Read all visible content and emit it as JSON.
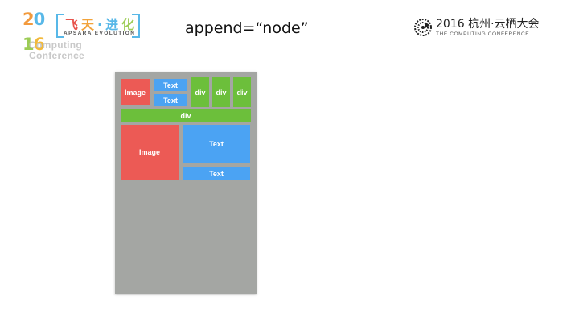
{
  "header": {
    "title": "append=“node”"
  },
  "brand_logo": {
    "year_top": "20",
    "year_bottom": "16",
    "conference_line1": "Computing",
    "conference_line2": "Conference",
    "chinese": "飞天·进化",
    "english": "APSARA EVOLUTION"
  },
  "conference_logo": {
    "main": "2016 杭州·云栖大会",
    "sub": "THE COMPUTING CONFERENCE"
  },
  "layout_demo": {
    "row1": {
      "image": "Image",
      "text_top": "Text",
      "text_bottom": "Text",
      "div1": "div",
      "div2": "div",
      "div3": "div"
    },
    "row2": {
      "div": "div"
    },
    "row3": {
      "image": "Image",
      "text_large": "Text",
      "text_small": "Text"
    }
  },
  "colors": {
    "image": "#ec5a55",
    "text": "#4ba3f3",
    "div": "#6cbf3b",
    "container": "#a4a6a3"
  }
}
